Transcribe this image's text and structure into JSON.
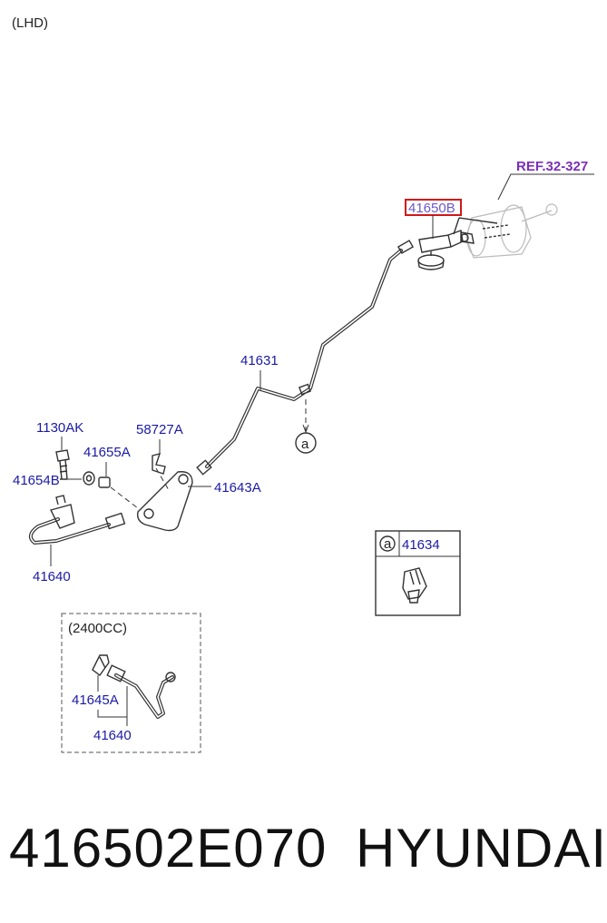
{
  "diagram": {
    "variant_label": "(LHD)",
    "ref_label": "REF.32-327",
    "highlighted_part": "41650B",
    "labels": {
      "p41631": "41631",
      "p1130AK": "1130AK",
      "p58727A": "58727A",
      "p41655A": "41655A",
      "p41654B": "41654B",
      "p41643A": "41643A",
      "p41640": "41640",
      "callout_a": "a"
    },
    "callout_box": {
      "letter": "a",
      "part": "41634"
    },
    "option_box": {
      "title": "(2400CC)",
      "part_a": "41645A",
      "part_b": "41640"
    }
  },
  "footer": {
    "part_number": "416502E070",
    "brand": "HYUNDAI"
  },
  "colors": {
    "label_blue": "#1a1aa6",
    "ref_purple": "#7a2fb8",
    "highlight_red": "#d01818"
  }
}
